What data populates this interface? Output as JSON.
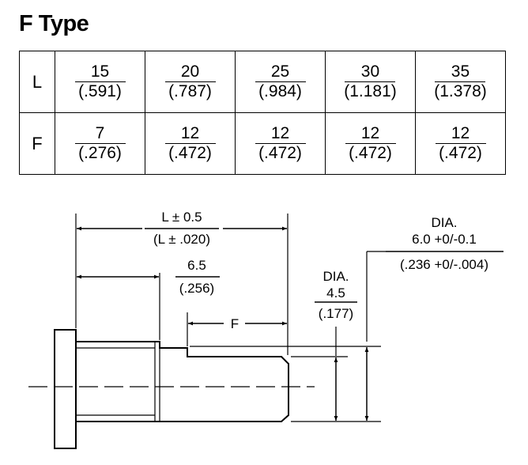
{
  "title": "F Type",
  "table": {
    "rows": [
      {
        "label": "L",
        "cells": [
          {
            "mm": "15",
            "inch": "(.591)"
          },
          {
            "mm": "20",
            "inch": "(.787)"
          },
          {
            "mm": "25",
            "inch": "(.984)"
          },
          {
            "mm": "30",
            "inch": "(1.181)"
          },
          {
            "mm": "35",
            "inch": "(1.378)"
          }
        ]
      },
      {
        "label": "F",
        "cells": [
          {
            "mm": "7",
            "inch": "(.276)"
          },
          {
            "mm": "12",
            "inch": "(.472)"
          },
          {
            "mm": "12",
            "inch": "(.472)"
          },
          {
            "mm": "12",
            "inch": "(.472)"
          },
          {
            "mm": "12",
            "inch": "(.472)"
          }
        ]
      }
    ]
  },
  "drawing": {
    "length": {
      "mm": "L ± 0.5",
      "inch": "(L ± .020)"
    },
    "thread": {
      "mm": "6.5",
      "inch": "(.256)"
    },
    "f_label": "F",
    "small_dia": {
      "prefix": "DIA.",
      "mm": "4.5",
      "inch": "(.177)"
    },
    "large_dia": {
      "prefix": "DIA.",
      "mm": "6.0 +0/-0.1",
      "inch": "(.236 +0/-.004)"
    }
  }
}
